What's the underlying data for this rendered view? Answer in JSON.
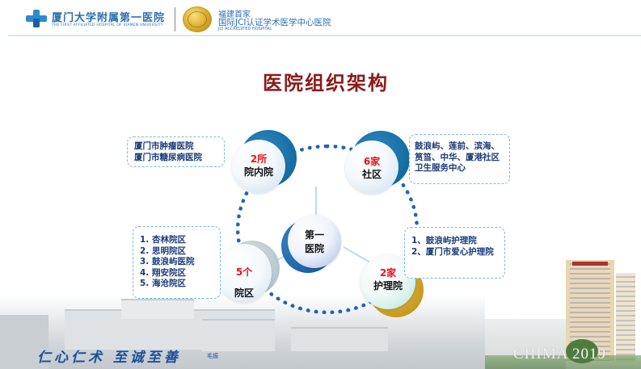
{
  "header": {
    "hospital_name": "厦门大学附属第一医院",
    "hospital_subtitle": "THE FIRST AFFILIATED HOSPITAL OF XIAMEN UNIVERSITY",
    "jci_line1": "福建首家",
    "jci_line2": "国际JCI认证学术医学中心医院",
    "jci_line3": "JCI ACCREDITED HOSPITAL"
  },
  "title": "医院组织架构",
  "center_node": {
    "line1": "第一",
    "line2": "医院"
  },
  "nodes": [
    {
      "id": "inner-hospital",
      "count": "2所",
      "label": "院内院"
    },
    {
      "id": "community",
      "count": "6家",
      "label": "社区"
    },
    {
      "id": "campus",
      "count": "5个",
      "label": "院区"
    },
    {
      "id": "nursing-home",
      "count": "2家",
      "label": "护理院"
    }
  ],
  "info_boxes": {
    "inner_hospital": [
      "厦门市肿瘤医院",
      "厦门市糖尿病医院"
    ],
    "community": [
      "鼓浪屿、莲前、滨海、",
      "筼筜、中华、厦港社区",
      "卫生服务中心"
    ],
    "campus": [
      "1. 杏林院区",
      "2. 思明院区",
      "3. 鼓浪屿医院",
      "4. 翔安院区",
      "5. 海沧院区"
    ],
    "nursing_home": [
      "1、鼓浪屿护理院",
      "2、厦门市爱心护理院"
    ]
  },
  "footer": {
    "motto": "仁心仁术 至诚至善",
    "motto_signature": "毛振",
    "watermark": "CHIMA 2019"
  },
  "colors": {
    "title": "#8b1a1a",
    "count": "#e8131a",
    "ring": "#1e63b8",
    "info_text": "#1a3b7a",
    "info_border": "#7ab9e0",
    "gold": "#d9a92a"
  }
}
